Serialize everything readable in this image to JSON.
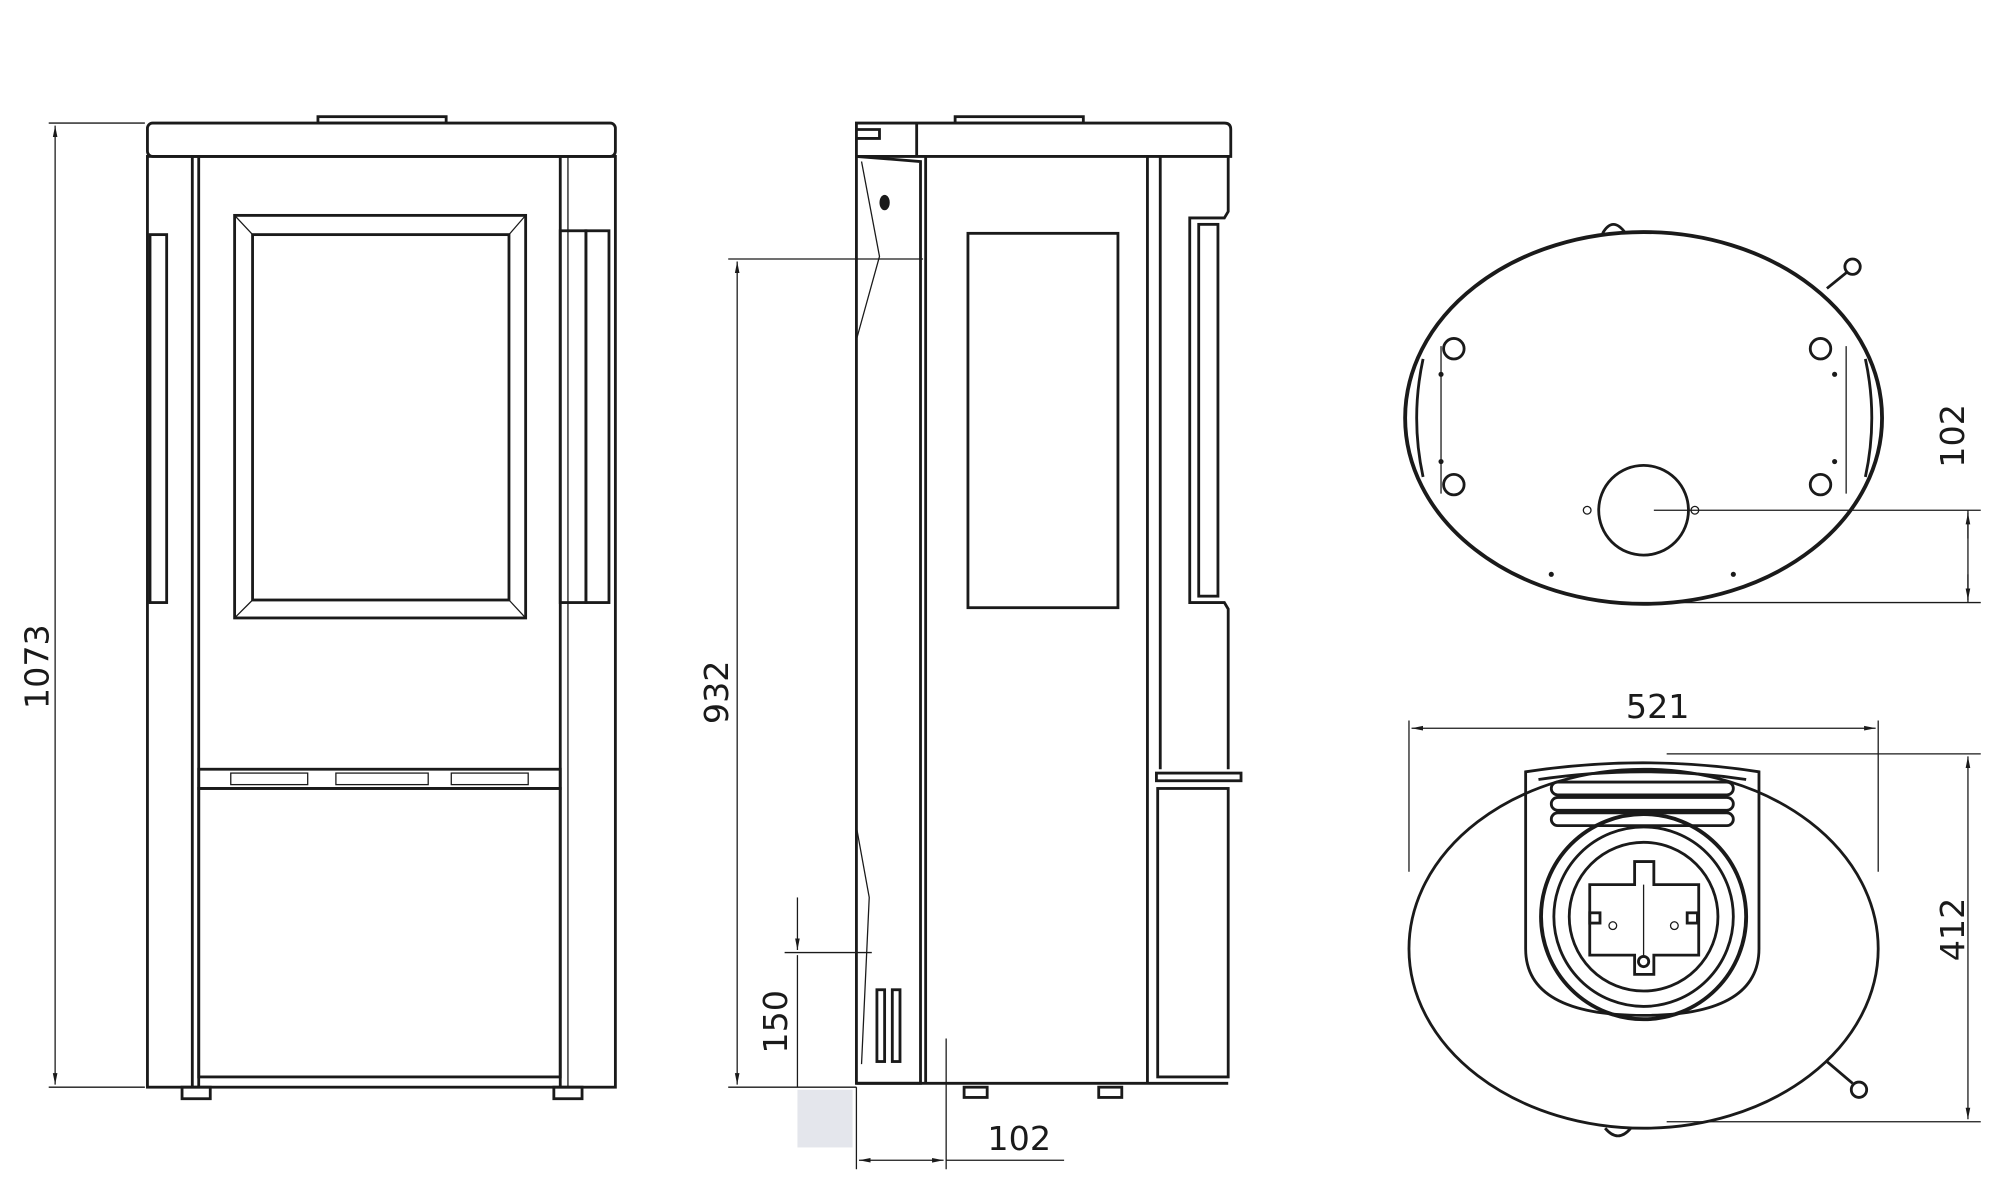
{
  "drawing": {
    "front_view": {
      "height_dimension": "1073"
    },
    "side_view": {
      "flue_height_dimension": "932",
      "air_inlet_height_dimension": "150",
      "air_inlet_depth_dimension": "102"
    },
    "top_view": {
      "flue_offset_dimension": "102"
    },
    "bottom_view": {
      "width_dimension": "521",
      "depth_dimension": "412"
    },
    "colors": {
      "line": "#1a1a1a",
      "inlet_highlight": "#e4e6ec"
    }
  }
}
